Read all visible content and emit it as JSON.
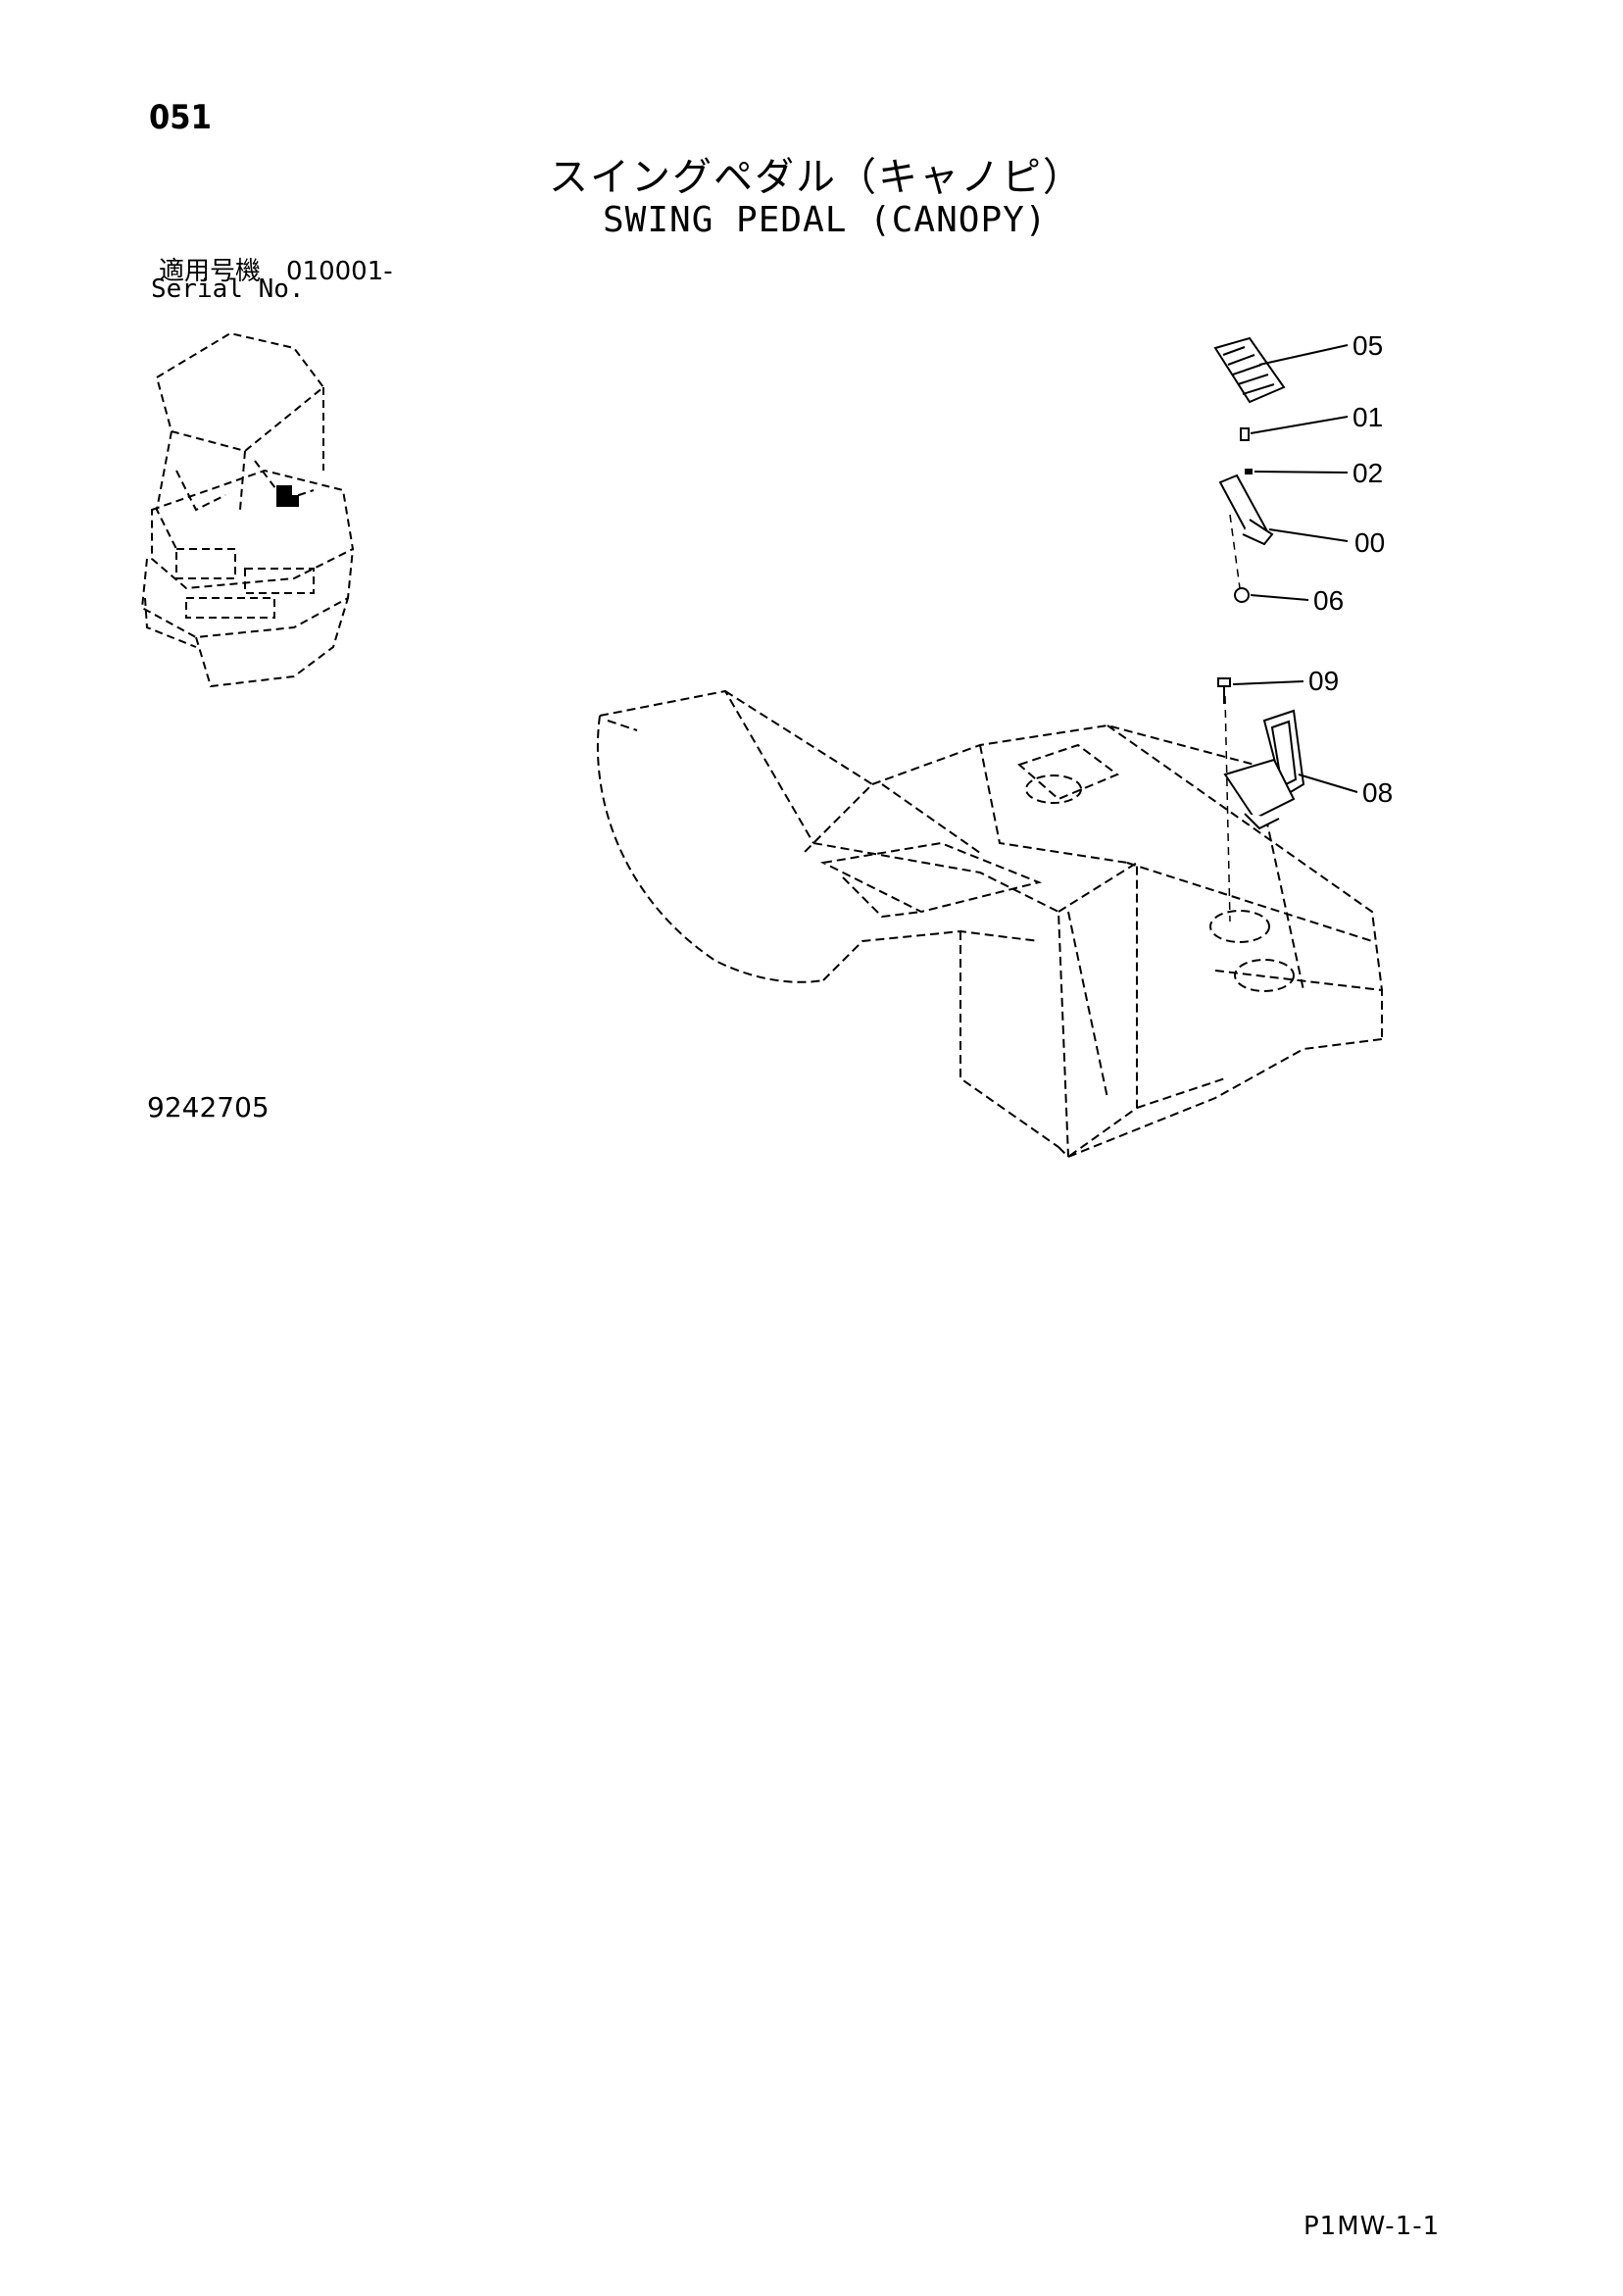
{
  "header": {
    "page_number": "051",
    "title_jp": "スイングペダル（キャノピ）",
    "title_en": "SWING PEDAL (CANOPY)",
    "serial_jp": "適用号機　010001-",
    "serial_en": "Serial No."
  },
  "footer": {
    "drawing_number": "9242705",
    "sheet_code": "P1MW-1-1"
  },
  "callouts": [
    "05",
    "01",
    "02",
    "00",
    "06",
    "09",
    "08"
  ]
}
